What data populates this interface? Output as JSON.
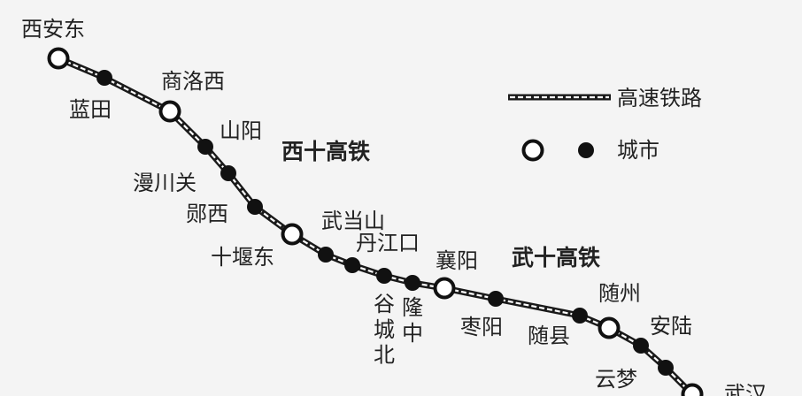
{
  "line_names": {
    "xishi": "西十高铁",
    "wushi": "武十高铁"
  },
  "legend": {
    "railway_label": "高速铁路",
    "city_label": "城市"
  },
  "stations": {
    "xian_dong": "西安东",
    "lantian": "蓝田",
    "shangluo_xi": "商洛西",
    "shanyang": "山阳",
    "manchuanguan": "漫川关",
    "yunxi": "郧西",
    "shiyan_dong": "十堰东",
    "wudangshan": "武当山",
    "danjiangkou": "丹江口",
    "gucheng_bei": "谷城北",
    "longzhong": "隆中",
    "xiangyang": "襄阳",
    "zaoyang": "枣阳",
    "suixian": "随县",
    "suizhou": "随州",
    "anlu": "安陆",
    "yunmeng": "云梦",
    "wuhan": "武汉"
  },
  "colors": {
    "track_outer": "#1a1a1a",
    "track_inner": "#ffffff",
    "station_fill": "#111111",
    "major_fill": "#ffffff",
    "text": "#222222"
  }
}
